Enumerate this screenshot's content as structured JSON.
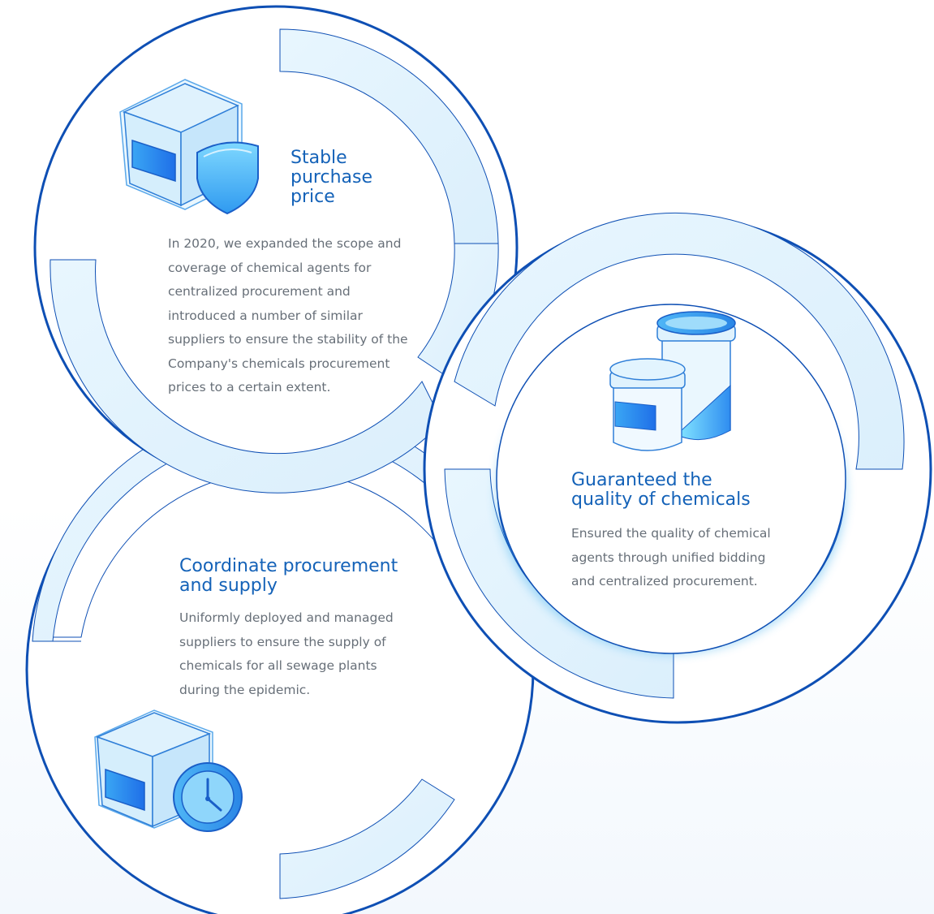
{
  "colors": {
    "ring_stroke": "#0e4fb4",
    "ring_band": "#e2f3fd",
    "title_blue": "#1462b8",
    "body_gray": "#676f78",
    "glow": "#9ec8f5"
  },
  "cards": [
    {
      "id": "stable-price",
      "icon": "box-shield-icon",
      "title_lines": [
        "Stable",
        "purchase",
        "price"
      ],
      "body_lines": [
        "In 2020, we expanded the scope and",
        "coverage of chemical agents for",
        "centralized procurement and",
        "introduced a number of similar",
        "suppliers to ensure the stability of the",
        "Company's chemicals procurement",
        "prices to a certain extent."
      ]
    },
    {
      "id": "quality",
      "icon": "chemical-jars-icon",
      "title_lines": [
        "Guaranteed the",
        "quality of chemicals"
      ],
      "body_lines": [
        "Ensured the quality of chemical",
        "agents through unified bidding",
        "and centralized procurement."
      ]
    },
    {
      "id": "coordinate",
      "icon": "box-clock-icon",
      "title_lines": [
        "Coordinate procurement",
        "and supply"
      ],
      "body_lines": [
        "Uniformly deployed and managed",
        "suppliers to ensure the supply of",
        "chemicals for all sewage plants",
        "during the epidemic."
      ]
    }
  ]
}
